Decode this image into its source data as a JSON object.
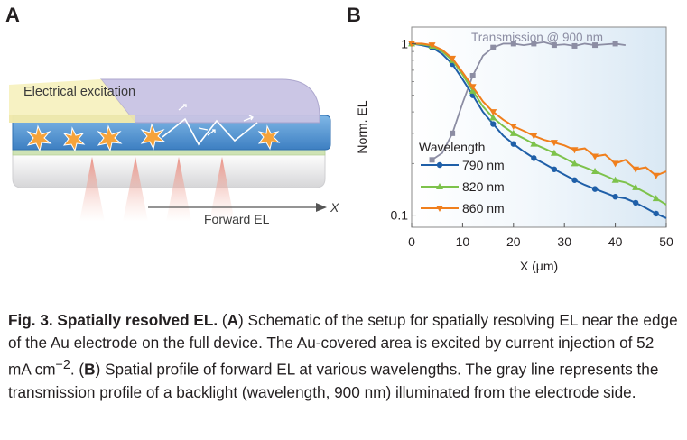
{
  "panel_a": {
    "letter": "A",
    "label_excitation": "Electrical excitation",
    "label_forward": "Forward EL",
    "axis_x": "X"
  },
  "panel_b": {
    "letter": "B"
  },
  "chart_data": {
    "type": "line",
    "xlabel": "X (μm)",
    "ylabel": "Norm. EL",
    "xlim": [
      0,
      50
    ],
    "ylim": [
      0.085,
      1.25
    ],
    "yscale": "log",
    "x_ticks": [
      "0",
      "10",
      "20",
      "30",
      "40",
      "50"
    ],
    "x_tick_values": [
      0,
      10,
      20,
      30,
      40,
      50
    ],
    "y_ticks": [
      "0.1",
      "1"
    ],
    "y_tick_values": [
      0.1,
      1
    ],
    "legend_title": "Wavelength",
    "legend_position": "bottom-left",
    "colors": {
      "790 nm": "#1f5fa8",
      "820 nm": "#7dc24b",
      "860 nm": "#f07f1d",
      "transmission": "#8c8da3"
    },
    "series": [
      {
        "name": "790 nm",
        "marker": "circle",
        "x": [
          0,
          2,
          4,
          6,
          8,
          10,
          12,
          14,
          16,
          18,
          20,
          22,
          24,
          26,
          28,
          30,
          32,
          34,
          36,
          38,
          40,
          42,
          44,
          46,
          48,
          50
        ],
        "y": [
          1.0,
          0.98,
          0.95,
          0.87,
          0.76,
          0.62,
          0.5,
          0.4,
          0.34,
          0.29,
          0.26,
          0.235,
          0.215,
          0.2,
          0.185,
          0.172,
          0.16,
          0.15,
          0.142,
          0.135,
          0.128,
          0.125,
          0.118,
          0.11,
          0.102,
          0.096
        ]
      },
      {
        "name": "820 nm",
        "marker": "triangle-up",
        "x": [
          0,
          2,
          4,
          6,
          8,
          10,
          12,
          14,
          16,
          18,
          20,
          22,
          24,
          26,
          28,
          30,
          32,
          34,
          36,
          38,
          40,
          42,
          44,
          46,
          48,
          50
        ],
        "y": [
          1.0,
          0.99,
          0.97,
          0.9,
          0.8,
          0.66,
          0.53,
          0.43,
          0.37,
          0.33,
          0.3,
          0.28,
          0.26,
          0.245,
          0.23,
          0.215,
          0.2,
          0.19,
          0.18,
          0.17,
          0.16,
          0.155,
          0.145,
          0.135,
          0.125,
          0.115
        ]
      },
      {
        "name": "860 nm",
        "marker": "triangle-down",
        "x": [
          0,
          2,
          4,
          6,
          8,
          10,
          12,
          14,
          16,
          18,
          20,
          22,
          24,
          26,
          28,
          30,
          32,
          34,
          36,
          38,
          40,
          42,
          44,
          46,
          48,
          50
        ],
        "y": [
          1.0,
          1.0,
          0.98,
          0.92,
          0.82,
          0.68,
          0.56,
          0.46,
          0.4,
          0.36,
          0.33,
          0.31,
          0.29,
          0.275,
          0.265,
          0.255,
          0.24,
          0.245,
          0.22,
          0.225,
          0.2,
          0.21,
          0.185,
          0.19,
          0.17,
          0.18
        ]
      }
    ],
    "transmission": {
      "label": "Transmission @ 900 nm",
      "x": [
        4,
        6,
        8,
        10,
        12,
        14,
        16,
        18,
        20,
        22,
        24,
        26,
        28,
        30,
        32,
        34,
        36,
        38,
        40,
        42
      ],
      "y": [
        0.21,
        0.23,
        0.3,
        0.45,
        0.65,
        0.85,
        0.95,
        1.0,
        1.0,
        0.98,
        1.0,
        1.02,
        0.98,
        0.99,
        0.97,
        1.0,
        0.98,
        0.99,
        1.0,
        0.98
      ]
    }
  },
  "caption": {
    "lead": "Fig. 3. Spatially resolved EL.",
    "open_a": "(",
    "ref_a": "A",
    "text_a": ") Schematic of the setup for spatially resolving EL near the edge of the Au electrode on the full device. The Au-covered area is excited by current injection of 52 mA cm",
    "exponent": "−2",
    "sep": ". (",
    "ref_b": "B",
    "text_b": ") Spatial profile of forward EL at various wavelengths. The gray line represents the transmission profile of a backlight (wavelength, 900 nm) illuminated from the electrode side."
  }
}
